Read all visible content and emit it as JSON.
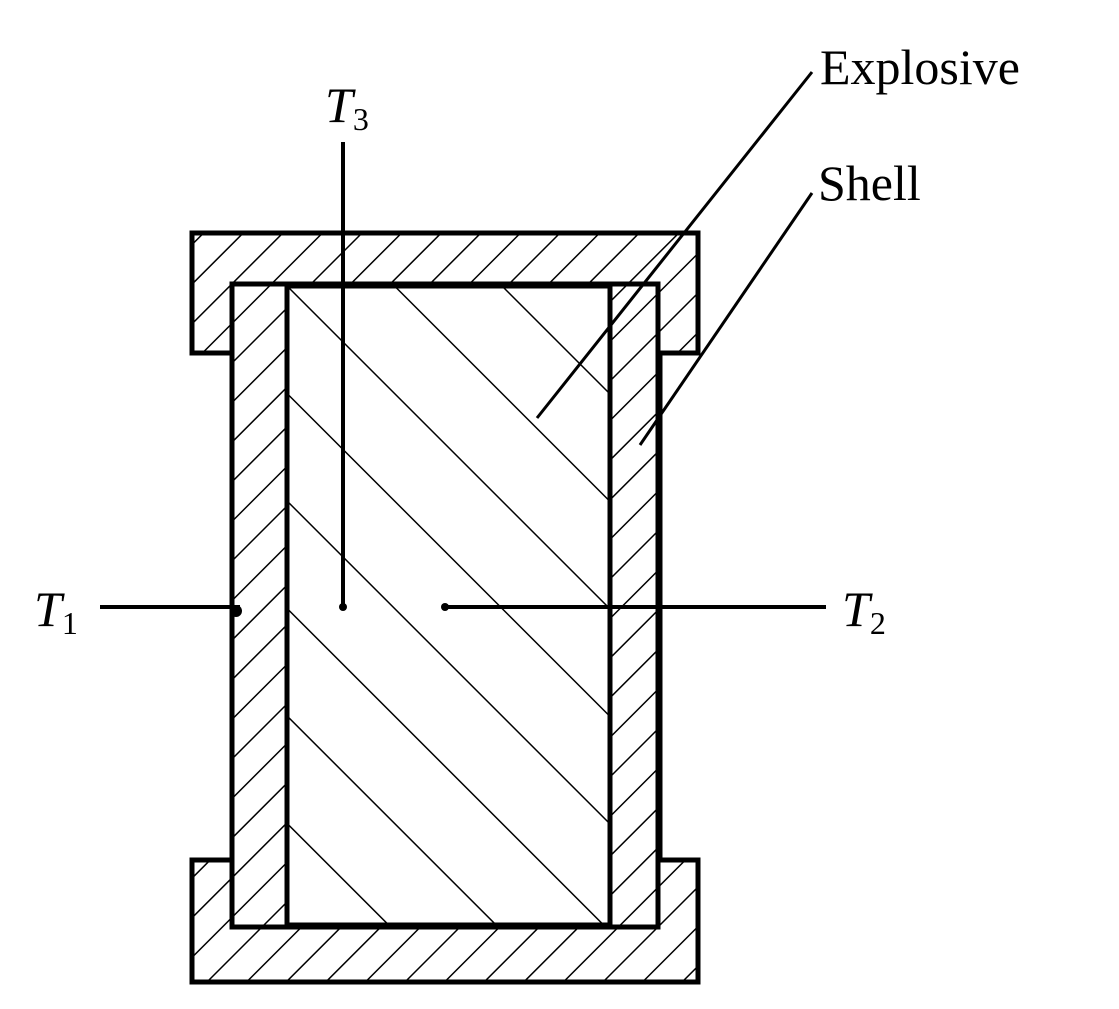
{
  "labels": {
    "explosive": "Explosive",
    "shell": "Shell",
    "t1": {
      "main": "T",
      "sub": "1"
    },
    "t2": {
      "main": "T",
      "sub": "2"
    },
    "t3": {
      "main": "T",
      "sub": "3"
    }
  },
  "colors": {
    "ink": "#000000",
    "paper": "#ffffff"
  }
}
